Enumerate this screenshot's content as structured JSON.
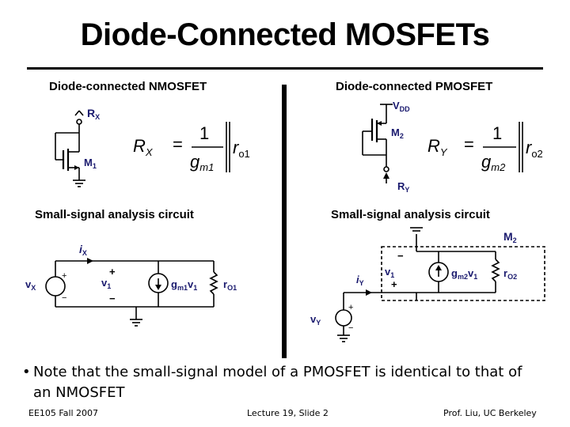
{
  "slide": {
    "title": "Diode-Connected MOSFETs",
    "left": {
      "heading": "Diode-connected NMOSFET",
      "analysis_heading": "Small-signal analysis circuit",
      "formula": {
        "lhs": "R",
        "lhs_sub": "X",
        "num": "1",
        "den": "g",
        "den_sub": "m1",
        "par": "r",
        "par_sub": "o1"
      },
      "circuit_labels": {
        "rx": "R",
        "rx_sub": "X",
        "m1": "M",
        "m1_sub": "1"
      },
      "ss_labels": {
        "ix": "i",
        "ix_sub": "X",
        "vx": "v",
        "vx_sub": "X",
        "v1": "v",
        "v1_sub": "1",
        "gm": "g",
        "gm_sub": "m1",
        "gm_v": "v",
        "gm_v_sub": "1",
        "ro": "r",
        "ro_sub": "O1",
        "plus": "+",
        "minus": "−"
      }
    },
    "right": {
      "heading": "Diode-connected PMOSFET",
      "analysis_heading": "Small-signal analysis circuit",
      "formula": {
        "lhs": "R",
        "lhs_sub": "Y",
        "num": "1",
        "den": "g",
        "den_sub": "m2",
        "par": "r",
        "par_sub": "o2"
      },
      "circuit_labels": {
        "vdd": "V",
        "vdd_sub": "DD",
        "m2": "M",
        "m2_sub": "2",
        "ry": "R",
        "ry_sub": "Y"
      },
      "ss_labels": {
        "m2": "M",
        "m2_sub": "2",
        "iy": "i",
        "iy_sub": "Y",
        "vy": "v",
        "vy_sub": "Y",
        "v1": "v",
        "v1_sub": "1",
        "gm": "g",
        "gm_sub": "m2",
        "gm_v": "v",
        "gm_v_sub": "1",
        "ro": "r",
        "ro_sub": "O2",
        "plus": "+",
        "minus": "−"
      }
    },
    "bullet": "Note that the small-signal model of a PMOSFET is identical to that of an NMOSFET",
    "footer": {
      "left": "EE105 Fall 2007",
      "center": "Lecture 19, Slide 2",
      "right": "Prof. Liu, UC Berkeley"
    }
  },
  "colors": {
    "text": "#000000",
    "label_blue": "#1a1a6e",
    "wire": "#000000"
  }
}
